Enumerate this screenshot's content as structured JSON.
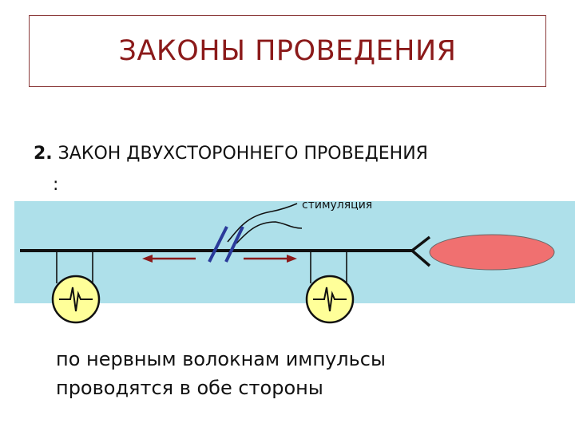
{
  "title": "ЗАКОНЫ ПРОВЕДЕНИЯ",
  "law": {
    "number": "2.",
    "name": "ЗАКОН ДВУХСТОРОННЕГО ПРОВЕДЕНИЯ",
    "colon": ":"
  },
  "diagram": {
    "stimulation_label": "стимуляция",
    "colors": {
      "background_band": "#aee0ea",
      "fiber": "#111111",
      "arrows": "#8b1a1a",
      "electrodes": "#2a3a9a",
      "meter_fill": "#ffff99",
      "cell_body": "#f07070"
    }
  },
  "caption": {
    "line1": "по нервным волокнам импульсы",
    "line2": "проводятся в обе стороны"
  }
}
